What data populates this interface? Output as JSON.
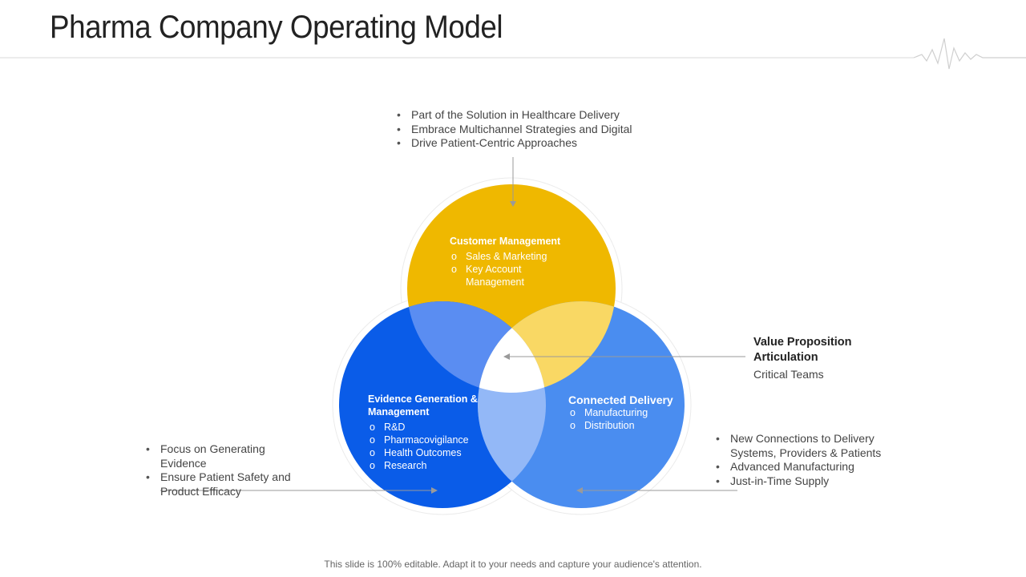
{
  "title": "Pharma Company Operating Model",
  "colors": {
    "yellow": "#EFB800",
    "dark_blue": "#0A5CE8",
    "light_blue": "#4A8DF0",
    "blue_yellow_overlap": "#5A8DF2",
    "yellow_lightblue_overlap": "#F9D864",
    "blue_blue_overlap": "#93B8F7",
    "center": "#FFFFFF"
  },
  "top_bullets": [
    "Part of the Solution in Healthcare Delivery",
    "Embrace Multichannel Strategies and Digital",
    "Drive Patient-Centric Approaches"
  ],
  "customer_management": {
    "heading": "Customer Management",
    "items": [
      "Sales & Marketing",
      "Key Account Management"
    ]
  },
  "evidence_generation": {
    "heading": "Evidence Generation & Management",
    "items": [
      "R&D",
      "Pharmacovigilance",
      "Health Outcomes",
      "Research"
    ]
  },
  "connected_delivery": {
    "heading": "Connected Delivery",
    "items": [
      "Manufacturing",
      "Distribution"
    ]
  },
  "value_proposition": {
    "title": "Value Proposition Articulation",
    "subtitle": "Critical Teams"
  },
  "left_bullets": [
    "Focus on Generating Evidence",
    "Ensure Patient Safety and Product Efficacy"
  ],
  "right_bullets": [
    "New Connections to Delivery Systems, Providers & Patients",
    "Advanced Manufacturing",
    "Just-in-Time Supply"
  ],
  "footer": "This slide is 100% editable. Adapt it to your needs and capture your audience's attention."
}
